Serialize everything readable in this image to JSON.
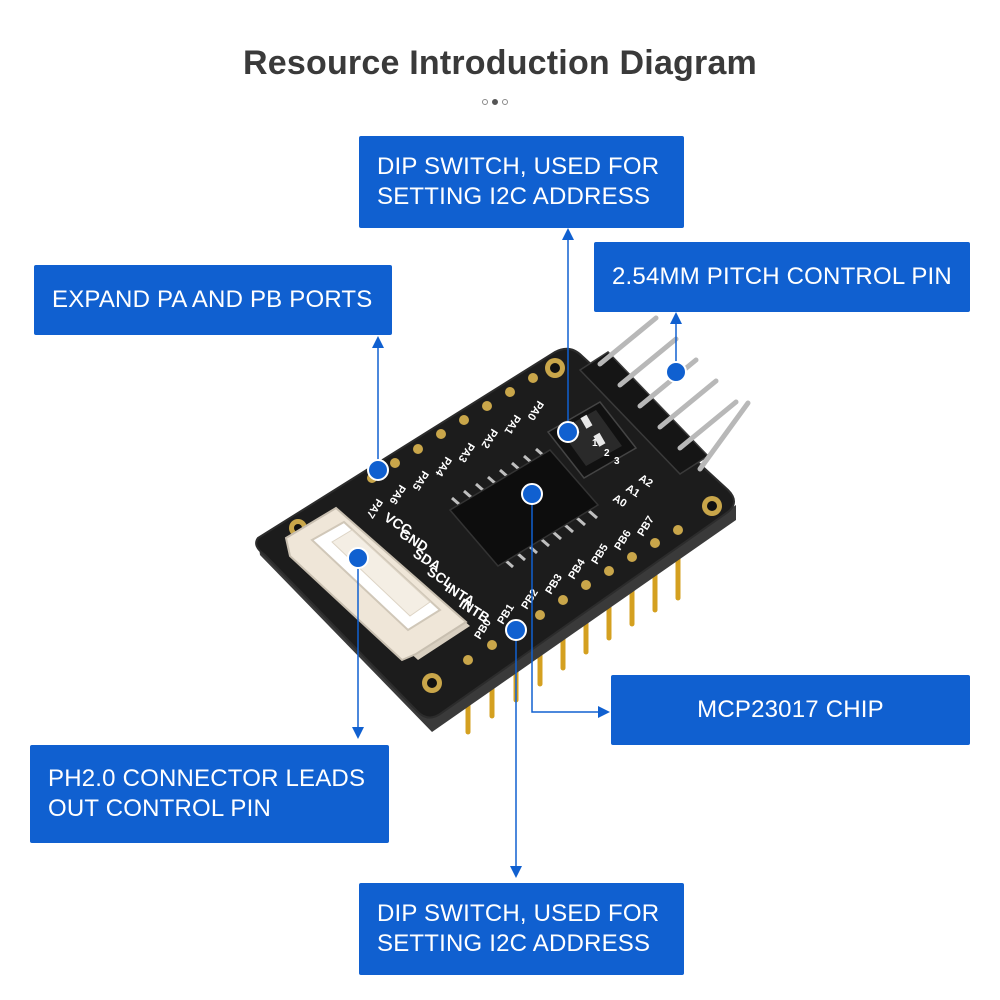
{
  "title": "Resource Introduction Diagram",
  "carousel": {
    "count": 3,
    "active_index": 1
  },
  "callouts": {
    "dip_top": {
      "line1": "DIP SWITCH, USED FOR",
      "line2": "SETTING I2C ADDRESS"
    },
    "pitch": {
      "label": "2.54MM PITCH CONTROL PIN"
    },
    "expand": {
      "label": "EXPAND PA AND PB PORTS"
    },
    "chip": {
      "label": "MCP23017 CHIP"
    },
    "ph20": {
      "line1": "PH2.0 CONNECTOR LEADS",
      "line2": "OUT CONTROL PIN"
    },
    "dip_bottom": {
      "line1": "DIP SWITCH, USED FOR",
      "line2": "SETTING I2C ADDRESS"
    }
  },
  "board": {
    "silkscreen_left": [
      "GND",
      "VCC",
      "SDA",
      "SCL",
      "INTA",
      "INTB"
    ],
    "silkscreen_pa": [
      "PA0",
      "PA1",
      "PA2",
      "PA3",
      "PA4",
      "PA5",
      "PA6",
      "PA7"
    ],
    "silkscreen_pb": [
      "PB0",
      "PB1",
      "PB2",
      "PB3",
      "PB4",
      "PB5",
      "PB6",
      "PB7"
    ],
    "silkscreen_addr": [
      "A0",
      "A1",
      "A2"
    ],
    "dip_numbers": [
      "1",
      "2",
      "3"
    ]
  },
  "colors": {
    "accent": "#1060d0",
    "pcb": "#1c1c1c",
    "gold": "#d4a020",
    "connector": "#efe6d8"
  }
}
